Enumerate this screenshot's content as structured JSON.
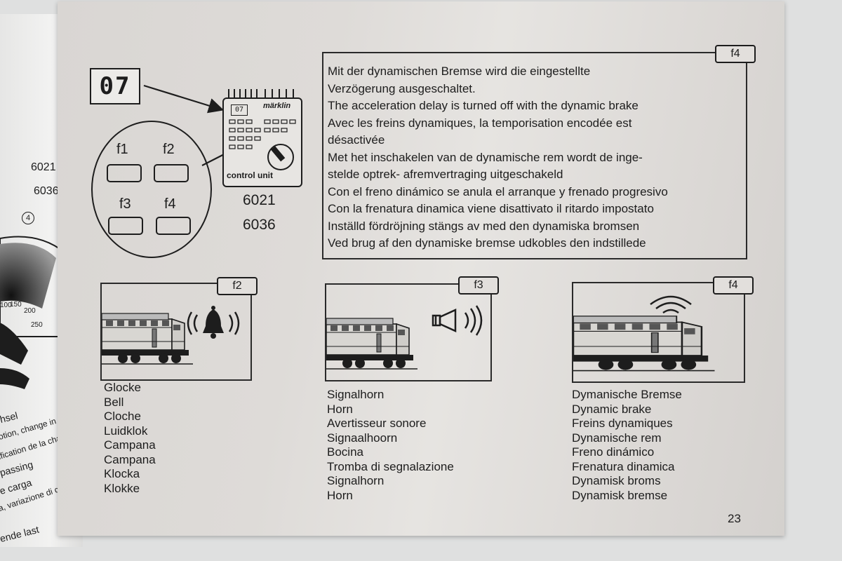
{
  "left_page": {
    "model_numbers": [
      "6021",
      "6036"
    ],
    "circled_number": "4",
    "dial_ticks": [
      "100",
      "150",
      "200",
      "250"
    ],
    "text_lines": [
      "hsel",
      "otion, change in load",
      "ification de la charge",
      "passing",
      "e carga",
      "a, variazione di carico",
      "ende last"
    ]
  },
  "diagram": {
    "display_value": "07",
    "function_keys": [
      "f1",
      "f2",
      "f3",
      "f4"
    ],
    "device_brand": "märklin",
    "device_label": "control unit",
    "device_display": "07",
    "model_numbers": [
      "6021",
      "6036"
    ]
  },
  "info_box": {
    "tag": "f4",
    "lines": [
      "Mit der dynamischen Bremse wird die eingestellte",
      "Verzögerung ausgeschaltet.",
      "The acceleration delay is turned off with the dynamic brake",
      "Avec les freins dynamiques, la temporisation encodée est",
      "désactivée",
      "Met het inschakelen van de dynamische rem wordt de inge-",
      "stelde optrek- afremvertraging uitgeschakeld",
      "Con el freno dinámico se anula el arranque y frenado progresivo",
      "Con la frenatura dinamica viene disattivato il ritardo impostato",
      "Inställd fördröjning stängs av med den dynamiska bromsen",
      "Ved brug af den dynamiske bremse udkobles den indstillede"
    ]
  },
  "panels": [
    {
      "tag": "f2",
      "icon": "bell-icon",
      "labels": [
        "Glocke",
        "Bell",
        "Cloche",
        "Luidklok",
        "Campana",
        "Campana",
        "Klocka",
        "Klokke"
      ]
    },
    {
      "tag": "f3",
      "icon": "horn-icon",
      "labels": [
        "Signalhorn",
        "Horn",
        "Avertisseur sonore",
        "Signaalhoorn",
        "Bocina",
        "Tromba di segnalazione",
        "Signalhorn",
        "Horn"
      ]
    },
    {
      "tag": "f4",
      "icon": "brake-signal-icon",
      "labels": [
        "Dymanische Bremse",
        "Dynamic brake",
        "Freins dynamiques",
        "Dynamische rem",
        "Freno dinámico",
        "Frenatura dinamica",
        "Dynamisk broms",
        "Dynamisk bremse"
      ]
    }
  ],
  "page_number": "23",
  "colors": {
    "ink": "#1d1d1d",
    "paper": "#dedbd8"
  }
}
